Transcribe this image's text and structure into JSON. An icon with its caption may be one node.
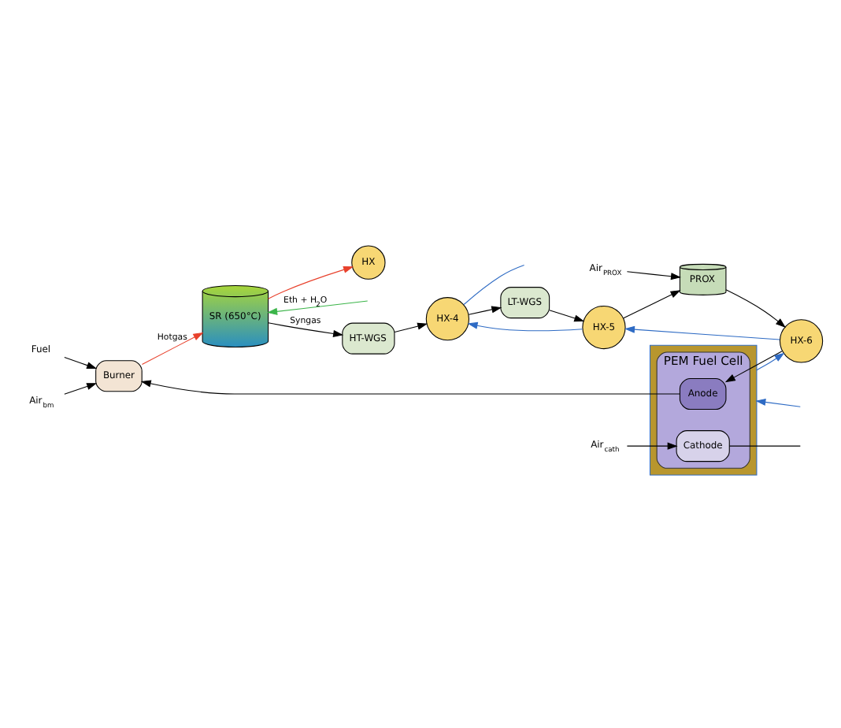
{
  "diagram": {
    "nodes": [
      {
        "text": [
          "SR (650°C)"
        ]
      },
      {
        "text": [
          "Fuel"
        ]
      },
      {
        "text": [
          "Burner"
        ]
      },
      {
        "text": [
          "Air$_{bm}$"
        ]
      },
      {
        "text": [
          "HT-WGS"
        ]
      },
      {
        "text": [
          "HX-4"
        ]
      },
      {
        "text": [
          "LT-WGS"
        ]
      },
      {
        "text": [
          "HX-5"
        ]
      },
      {
        "text": [
          "Air$_{PROX}$"
        ]
      },
      {
        "text": [
          "PROX"
        ]
      },
      {
        "text": [
          "HX-6"
        ]
      },
      {
        "text": [
          "Air$_{cath}$"
        ]
      },
      {
        "text": [],
        "shape": "box"
      },
      {
        "text": [
          "PEM Fuel Cell"
        ],
        "in": 12
      },
      {
        "text": [
          "Anode"
        ],
        "in": 13
      },
      {
        "text": [
          "Cathode"
        ],
        "in": 13
      },
      {
        "text": [
          "HX"
        ]
      }
    ],
    "edges": [
      {
        "from": null,
        "to": 0,
        "arrow": "to",
        "label": "Eth + H$_{2}$O",
        "color": "#3cb54a"
      },
      {
        "from": 0,
        "to": 16,
        "arrow": "to",
        "color": "#e8412c"
      },
      {
        "from": 2,
        "to": 0,
        "arrow": "to",
        "label": "Hotgas",
        "color": "#e8412c"
      },
      {
        "from": 1,
        "to": 2,
        "arrow": "to"
      },
      {
        "from": 3,
        "to": 2,
        "arrow": "to"
      },
      {
        "from": 14,
        "to": 2,
        "arrow": "to"
      },
      {
        "from": 0,
        "to": 4,
        "arrow": "to",
        "label": "Syngas"
      },
      {
        "from": 4,
        "to": 5,
        "arrow": "to"
      },
      {
        "from": 5,
        "to": 6,
        "arrow": "to"
      },
      {
        "from": 6,
        "to": 7,
        "arrow": "to"
      },
      {
        "from": 7,
        "to": 9,
        "arrow": "to"
      },
      {
        "from": 8,
        "to": 9,
        "arrow": "to"
      },
      {
        "from": 9,
        "to": 10,
        "arrow": "to"
      },
      {
        "from": 10,
        "to": 14,
        "arrow": "to"
      },
      {
        "from": 11,
        "to": 15,
        "arrow": "to"
      },
      {
        "from": 15,
        "to": null,
        "arrow": "none"
      },
      {
        "from": null,
        "to": 12,
        "arrow": "to",
        "color": "#2e6bc4"
      },
      {
        "from": 12,
        "to": 10,
        "arrow": "to",
        "color": "#2e6bc4"
      },
      {
        "from": 10,
        "to": 7,
        "arrow": "to",
        "color": "#2e6bc4"
      },
      {
        "from": 7,
        "to": 5,
        "arrow": "to",
        "color": "#2e6bc4"
      },
      {
        "from": 5,
        "to": null,
        "arrow": "none",
        "color": "#2e6bc4"
      }
    ]
  }
}
